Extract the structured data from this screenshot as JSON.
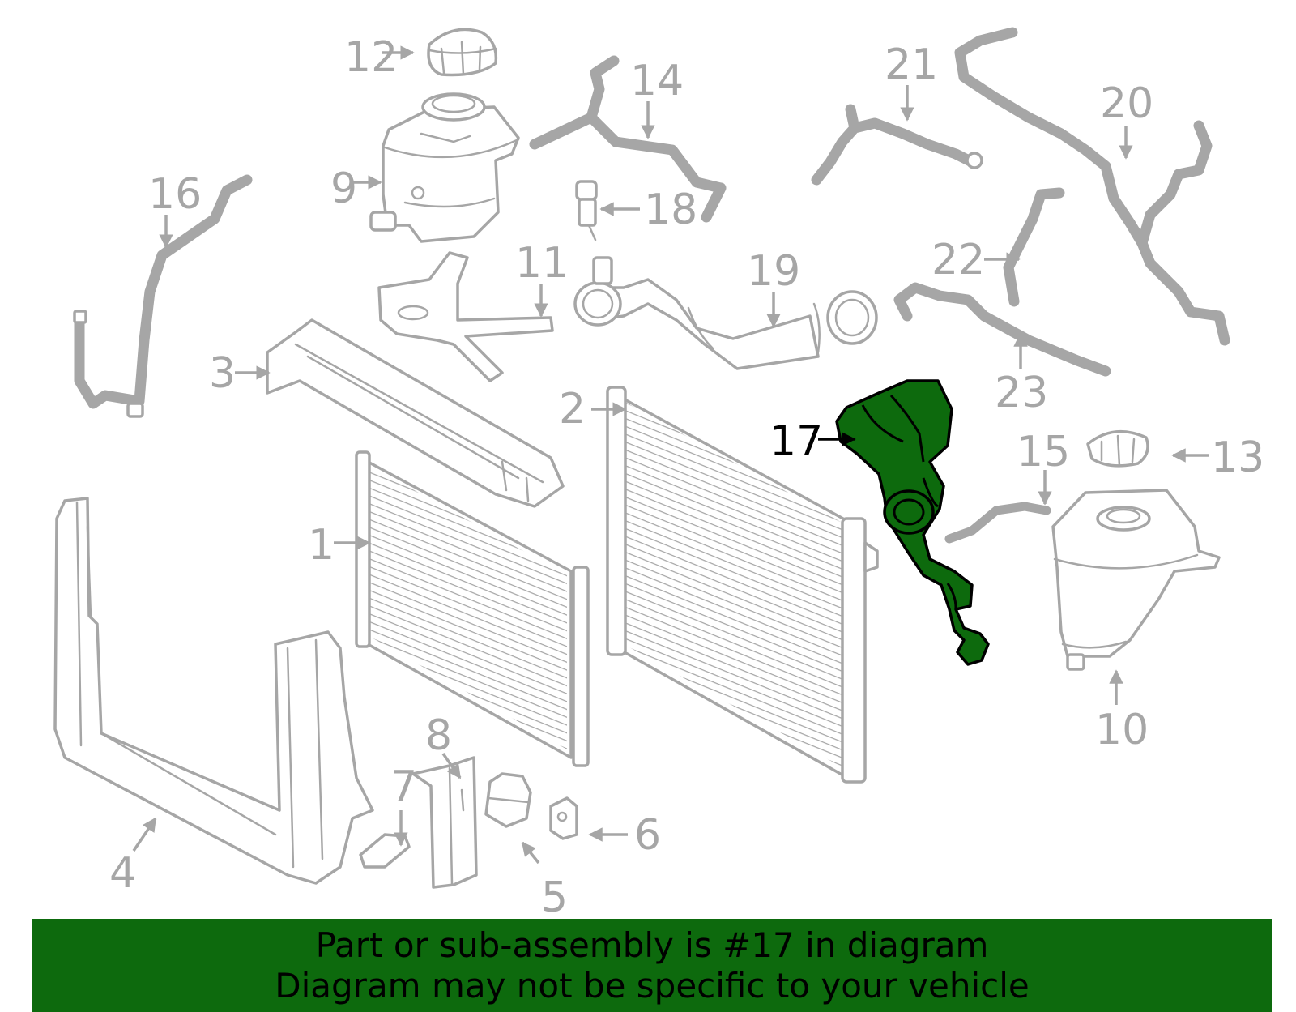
{
  "diagram": {
    "callouts": [
      "1",
      "2",
      "3",
      "4",
      "5",
      "6",
      "7",
      "8",
      "9",
      "10",
      "11",
      "12",
      "13",
      "14",
      "15",
      "16",
      "17",
      "18",
      "19",
      "20",
      "21",
      "22",
      "23"
    ],
    "highlighted_part": "17",
    "highlight_color": "#0d6a0d",
    "line_color": "#a6a6a6"
  },
  "banner": {
    "line1": "Part or sub-assembly is #17 in diagram",
    "line2": "Diagram may not be specific to your vehicle",
    "background": "#0d6a0d"
  }
}
